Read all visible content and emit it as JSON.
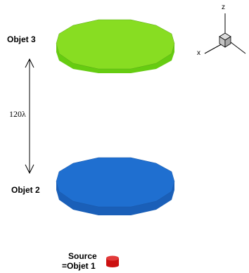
{
  "labels": {
    "object3": "Objet 3",
    "object2": "Objet 2",
    "distance": "120λ",
    "source_line1": "Source",
    "source_line2": "=Objet 1"
  },
  "axes": {
    "z": "z",
    "x": "x"
  },
  "colors": {
    "object3_top": "#88dd22",
    "object3_side": "#66cc11",
    "object2_top": "#1f6fd0",
    "object2_side": "#1a5fb8",
    "source": "#cc1111",
    "arrow": "#000000"
  }
}
